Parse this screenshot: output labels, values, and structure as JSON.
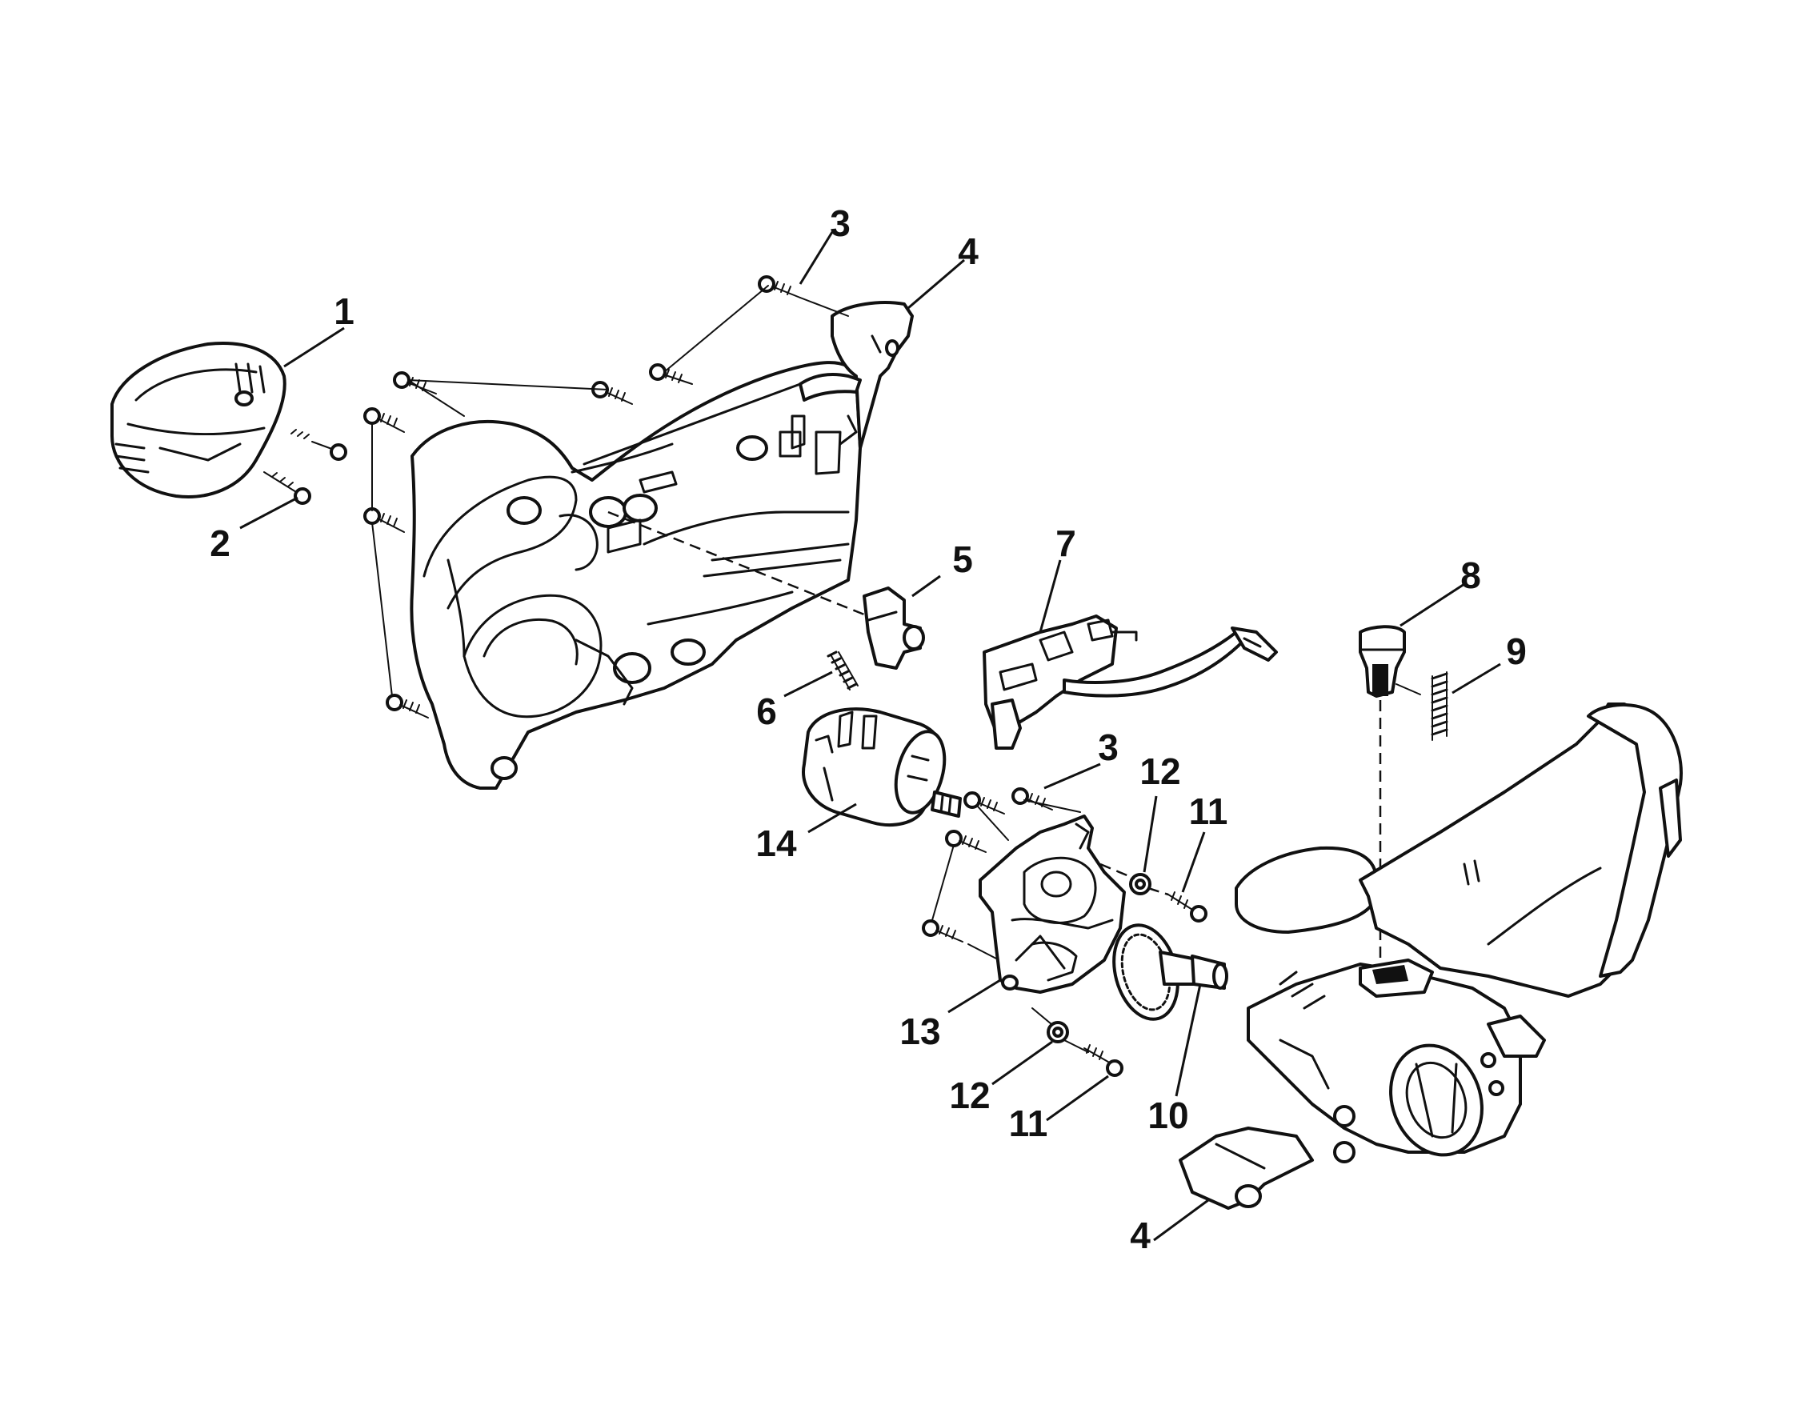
{
  "callouts": [
    {
      "id": "1",
      "text": "1"
    },
    {
      "id": "2",
      "text": "2"
    },
    {
      "id": "3a",
      "text": "3"
    },
    {
      "id": "4a",
      "text": "4"
    },
    {
      "id": "5",
      "text": "5"
    },
    {
      "id": "6",
      "text": "6"
    },
    {
      "id": "7",
      "text": "7"
    },
    {
      "id": "8",
      "text": "8"
    },
    {
      "id": "9",
      "text": "9"
    },
    {
      "id": "3b",
      "text": "3"
    },
    {
      "id": "12a",
      "text": "12"
    },
    {
      "id": "11a",
      "text": "11"
    },
    {
      "id": "14",
      "text": "14"
    },
    {
      "id": "13",
      "text": "13"
    },
    {
      "id": "12b",
      "text": "12"
    },
    {
      "id": "11b",
      "text": "11"
    },
    {
      "id": "10",
      "text": "10"
    },
    {
      "id": "4b",
      "text": "4"
    }
  ]
}
